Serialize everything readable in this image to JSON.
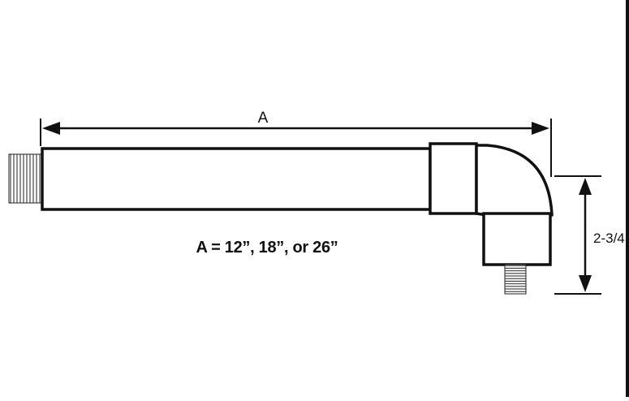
{
  "diagram": {
    "dimension_length_label": "A",
    "dimension_height_label": "2-3/4",
    "spec_note": "A = 12”, 18”, or 26”"
  },
  "colors": {
    "ink": "#111111",
    "background": "#ffffff"
  }
}
